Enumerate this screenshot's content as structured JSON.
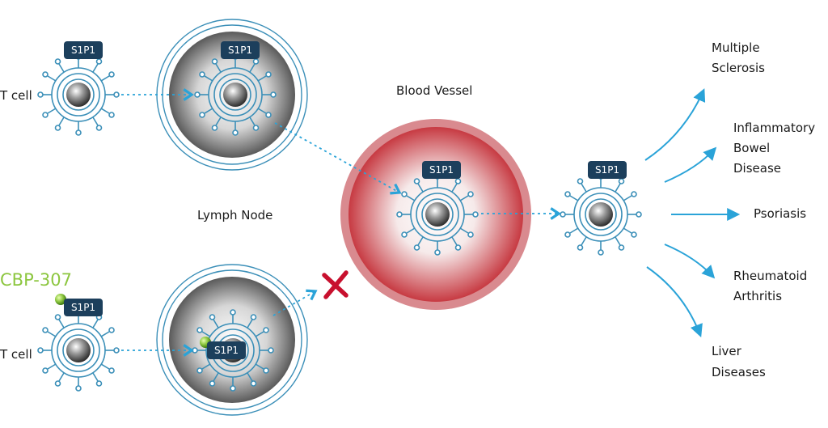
{
  "receptor_label": "S1P1",
  "labels": {
    "t_cell_top": "T cell",
    "t_cell_bottom": "T cell",
    "lymph_node": "Lymph Node",
    "blood_vessel": "Blood Vessel",
    "drug": "CBP-307"
  },
  "diseases": {
    "multiple_sclerosis": [
      "Multiple",
      "Sclerosis"
    ],
    "ibd": [
      "Inflammatory",
      "Bowel",
      "Disease"
    ],
    "psoriasis": [
      "Psoriasis"
    ],
    "ra": [
      "Rheumatoid",
      "Arthritis"
    ],
    "liver": [
      "Liver",
      "Diseases"
    ]
  },
  "colors": {
    "cell_outline": "#3b8fb8",
    "arrow": "#2aa3d8",
    "receptor_badge": "#1c3f5c",
    "drug_green": "#8cc63f",
    "blocked_x": "#c8102e",
    "vessel_red": "#c73a42"
  },
  "icons": {
    "blocked": "x-icon",
    "drug_molecule": "green-sphere-icon"
  }
}
